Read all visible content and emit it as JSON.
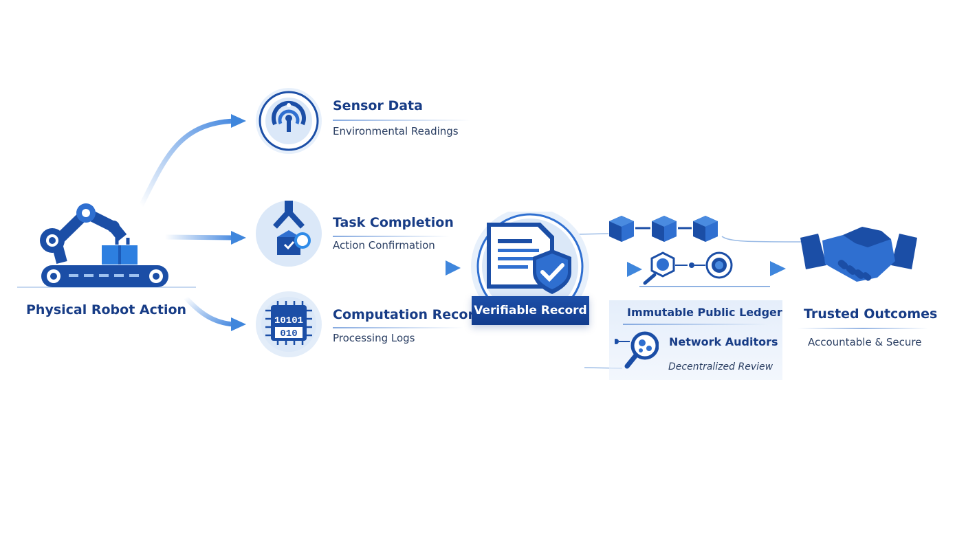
{
  "source": {
    "label": "Physical Robot Action",
    "icon": "robot-arm-conveyor-icon"
  },
  "data_streams": [
    {
      "title": "Sensor Data",
      "subtitle": "Environmental Readings",
      "icon": "sensor-signal-icon"
    },
    {
      "title": "Task Completion",
      "subtitle": "Action Confirmation",
      "icon": "gripper-box-check-icon"
    },
    {
      "title": "Computation Record",
      "subtitle": "Processing Logs",
      "icon": "binary-chip-icon",
      "chip_text_top": "10101",
      "chip_text_bottom": "010"
    }
  ],
  "record": {
    "label": "Verifiable Record",
    "icon": "document-shield-check-icon"
  },
  "ledger": {
    "title": "Immutable Public Ledger",
    "block_icon": "blockchain-cube-icon",
    "auditors_title": "Network Auditors",
    "auditors_subtitle": "Decentralized Review",
    "auditor_icon": "magnifier-network-icon"
  },
  "outcome": {
    "title": "Trusted Outcomes",
    "subtitle": "Accountable & Secure",
    "icon": "handshake-icon"
  },
  "colors": {
    "primary": "#1b4ea6",
    "dark": "#173c86",
    "accent": "#3a7fd8",
    "light": "#dbe8f8"
  }
}
